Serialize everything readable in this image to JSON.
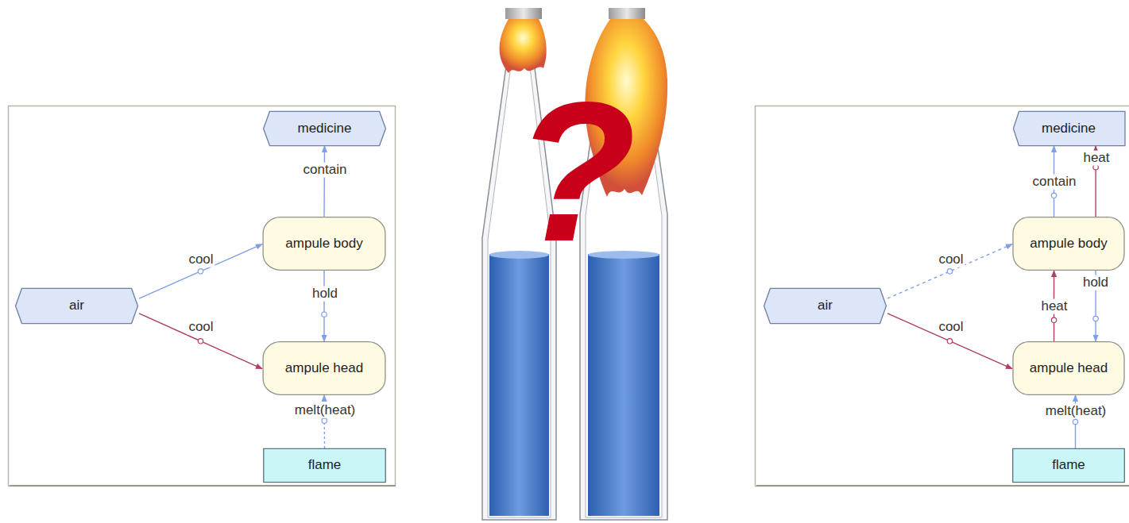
{
  "diagram": {
    "nodes": [
      {
        "text": [
          "medicine"
        ]
      },
      {
        "text": [
          "ampule body"
        ]
      },
      {
        "text": [
          "air"
        ]
      },
      {
        "text": [
          "ampule head"
        ]
      },
      {
        "text": [
          "flame"
        ]
      },
      {
        "text": [
          "medicine"
        ]
      },
      {
        "text": [
          "ampule body"
        ]
      },
      {
        "text": [
          "air"
        ]
      },
      {
        "text": [
          "ampule head"
        ]
      },
      {
        "text": [
          "flame"
        ]
      }
    ],
    "edges": [
      {
        "from": 1,
        "to": 0,
        "label": "contain",
        "arrow": "to"
      },
      {
        "from": 2,
        "to": 1,
        "label": "cool",
        "arrow": "to"
      },
      {
        "from": 2,
        "to": 3,
        "label": "cool",
        "arrow": "to"
      },
      {
        "from": 1,
        "to": 3,
        "label": "hold",
        "arrow": "to"
      },
      {
        "from": 4,
        "to": 3,
        "label": "melt(heat)",
        "arrow": "to"
      },
      {
        "from": 6,
        "to": 5,
        "label": "contain",
        "arrow": "to"
      },
      {
        "from": 6,
        "to": 5,
        "label": "heat",
        "arrow": "to"
      },
      {
        "from": 7,
        "to": 6,
        "label": "cool",
        "arrow": "to"
      },
      {
        "from": 7,
        "to": 8,
        "label": "cool",
        "arrow": "to"
      },
      {
        "from": 8,
        "to": 6,
        "label": "heat",
        "arrow": "to"
      },
      {
        "from": 6,
        "to": 8,
        "label": "hold",
        "arrow": "to"
      },
      {
        "from": 9,
        "to": 8,
        "label": "melt(heat)",
        "arrow": "to"
      }
    ],
    "labels": [
      "?"
    ]
  }
}
